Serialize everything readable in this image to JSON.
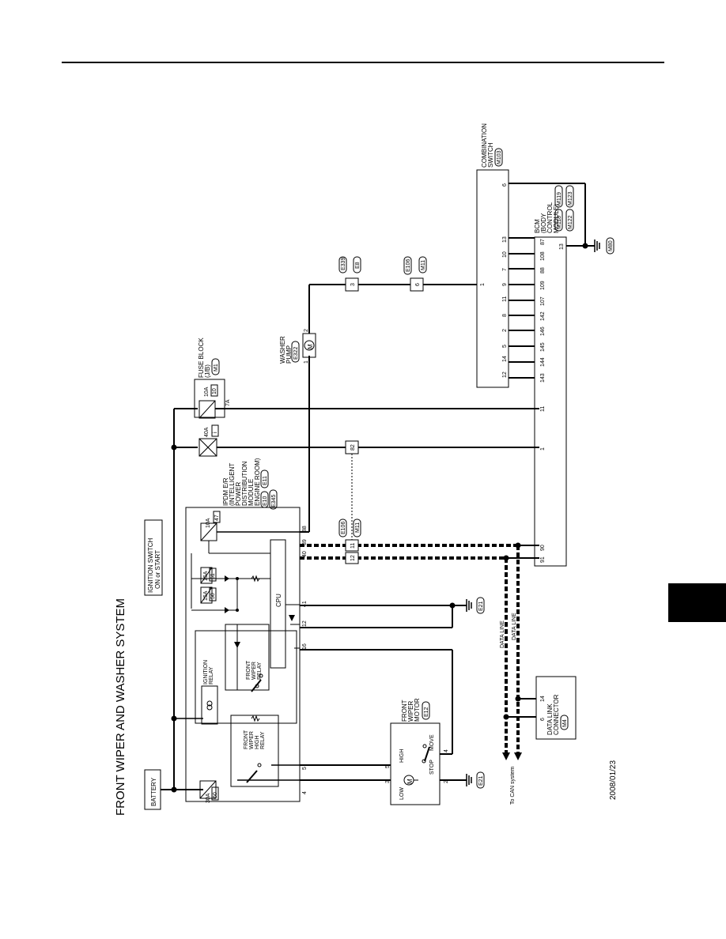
{
  "diagram": {
    "title": "FRONT WIPER AND WASHER SYSTEM",
    "date_code": "2008/01/23",
    "battery_label": "BATTERY",
    "ignition_switch_label_1": "IGNITION SWITCH",
    "ignition_switch_label_2": "ON or START",
    "ipdm": {
      "lines": [
        "IPDM E/R",
        "(INTELLIGENT",
        "POWER",
        "DISTRIBUTION",
        "MODULE",
        "ENGINE ROOM)"
      ],
      "connectors": [
        "E10",
        "E11",
        "E345"
      ],
      "fuse_30a": "30A",
      "fuse_30a_no": "60",
      "fuse_15a_a": "15A",
      "fuse_15a_a_no": "50",
      "fuse_15a_b": "15A",
      "fuse_15a_b_no": "51",
      "fuse_10a": "10A",
      "fuse_10a_no": "47",
      "cpu": "CPU",
      "ignition_relay": [
        "IGNITION",
        "RELAY"
      ],
      "front_wiper_relay": [
        "FRONT",
        "WIPER",
        "RELAY"
      ],
      "front_wiper_high_relay": [
        "FRONT",
        "WIPER",
        "HIGH",
        "RELAY"
      ],
      "pins": [
        "4",
        "5",
        "16",
        "12",
        "41",
        "40",
        "39",
        "88"
      ]
    },
    "fuse_block": {
      "lines": [
        "FUSE BLOCK",
        "(J/B)"
      ],
      "connector": "M1",
      "fuse_40a": "40A",
      "fuse_40a_no": "i",
      "fuse_10a": "10A",
      "fuse_10a_no": "10",
      "pin": "7A"
    },
    "washer_pump": {
      "lines": [
        "WASHER",
        "PUMP"
      ],
      "connector": "E322",
      "pin1": "1",
      "pin2": "2"
    },
    "combination_switch": {
      "lines": [
        "COMBINATION",
        "SWITCH"
      ],
      "connector": "M103",
      "pins": [
        "12",
        "14",
        "5",
        "2",
        "8",
        "11",
        "9",
        "7",
        "10",
        "13",
        "1",
        "6"
      ]
    },
    "bcm": {
      "lines": [
        "BCM",
        "(BODY",
        "CONTROL",
        "MODULE)"
      ],
      "connectors": [
        "M118",
        "M119",
        "M122",
        "M123"
      ],
      "pins_top": [
        "143",
        "144",
        "145",
        "146",
        "142",
        "107",
        "109",
        "88",
        "108",
        "87"
      ],
      "pins_bottom": [
        "91",
        "90",
        "1",
        "11"
      ],
      "pin_13": "13"
    },
    "front_wiper_motor": {
      "lines": [
        "FRONT",
        "WIPER",
        "MOTOR"
      ],
      "connector": "E12",
      "low": "LOW",
      "high": "HIGH",
      "stop": "STOP",
      "move": "MOVE",
      "pins": [
        "3",
        "5",
        "2",
        "4"
      ]
    },
    "data_link_connector": {
      "lines": [
        "DATA LINK",
        "CONNECTOR"
      ],
      "connector": "M4",
      "pins": [
        "6",
        "14"
      ]
    },
    "grounds": [
      "E21",
      "E21",
      "M80"
    ],
    "junctions": {
      "e339_pin": "3",
      "e339": "E339",
      "e8": "E8",
      "e106_pin": "6",
      "e106": "E106",
      "m11": "M11",
      "b2_pin": "82",
      "can_e106": "E106",
      "can_m11": "M11",
      "can_pin_11": "11",
      "can_pin_12": "12"
    },
    "data_line_1": "DATA LINE",
    "data_line_2": "DATA LINE",
    "to_can": "To CAN system"
  }
}
